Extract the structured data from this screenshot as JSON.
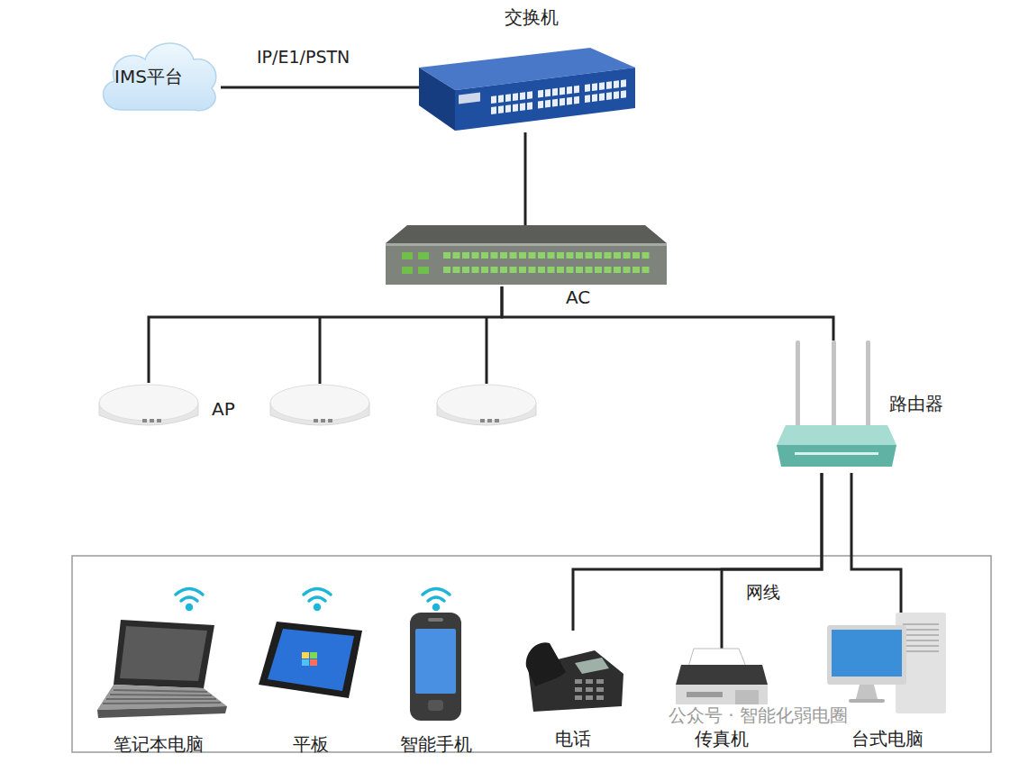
{
  "diagram": {
    "nodes": [
      {
        "text": [
          "IMS平台"
        ]
      },
      {
        "text": [
          "交换机"
        ]
      },
      {
        "text": [
          "AC"
        ]
      },
      {
        "text": [
          "AP"
        ]
      },
      {
        "text": [
          "路由器"
        ]
      },
      {
        "text": [
          "笔记本电脑"
        ]
      },
      {
        "text": [
          "平板"
        ]
      },
      {
        "text": [
          "智能手机"
        ]
      },
      {
        "text": [
          "电话"
        ]
      },
      {
        "text": [
          "传真机"
        ]
      },
      {
        "text": [
          "台式电脑"
        ]
      }
    ],
    "edges": [
      {
        "from": 0,
        "to": 1,
        "arrow": "none",
        "label": "IP/E1/PSTN"
      },
      {
        "from": 1,
        "to": 2,
        "arrow": "none"
      },
      {
        "from": 2,
        "to": 3,
        "arrow": "none"
      },
      {
        "from": 2,
        "to": 4,
        "arrow": "none"
      },
      {
        "from": 4,
        "to": 8,
        "arrow": "none"
      },
      {
        "from": 4,
        "to": 9,
        "arrow": "none",
        "label": "网线"
      },
      {
        "from": 4,
        "to": 10,
        "arrow": "none"
      }
    ],
    "labels": [
      "公众号 · 智能化弱电圈"
    ]
  }
}
